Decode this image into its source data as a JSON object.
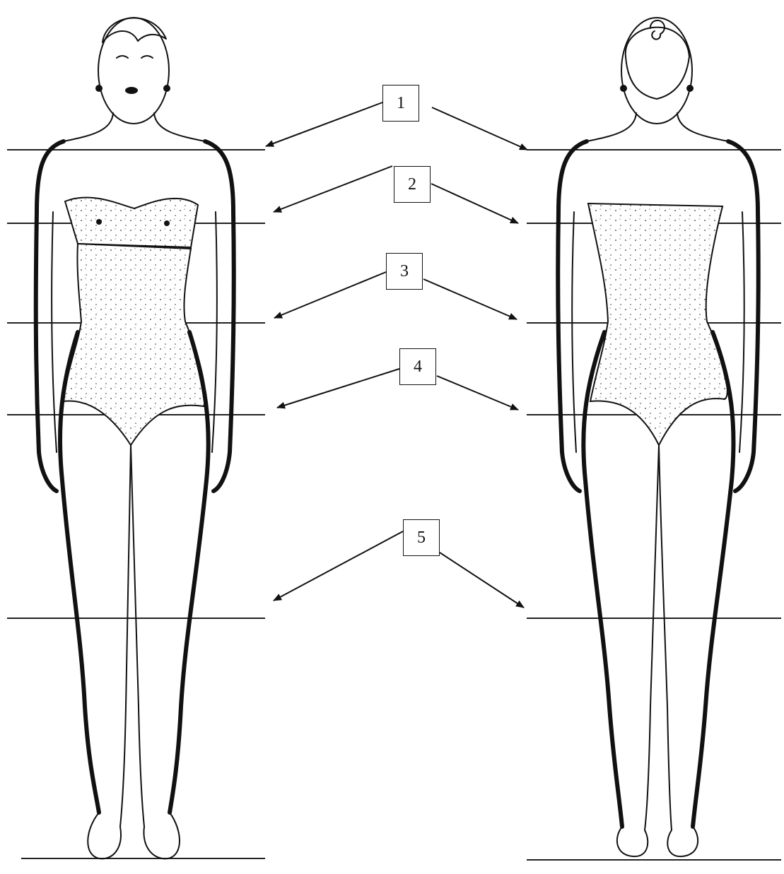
{
  "labels": [
    {
      "id": 1,
      "text": "1"
    },
    {
      "id": 2,
      "text": "2"
    },
    {
      "id": 3,
      "text": "3"
    },
    {
      "id": 4,
      "text": "4"
    },
    {
      "id": 5,
      "text": "5"
    }
  ],
  "views": [
    "front",
    "back"
  ],
  "colors": {
    "ink": "#111111",
    "paper": "#ffffff"
  }
}
